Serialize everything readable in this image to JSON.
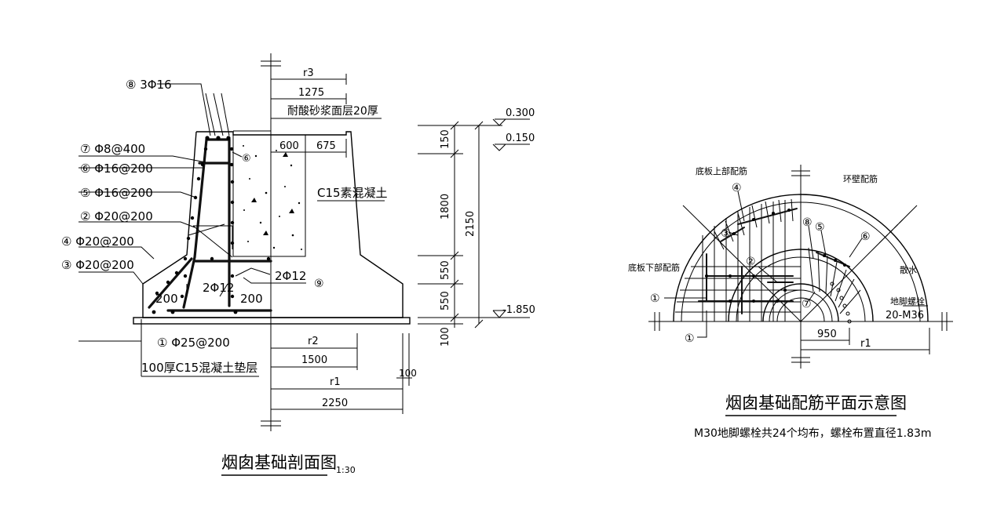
{
  "section": {
    "title": "烟囱基础剖面图",
    "scale": "1:30",
    "callouts": {
      "c8": "⑧ 3Φ16",
      "c7": "⑦ Φ8@400",
      "c6": "⑥ Φ16@200",
      "c5": "⑤ Φ16@200",
      "c2": "② Φ20@200",
      "c4": "④ Φ20@200",
      "c3": "③ Φ20@200",
      "c1": "① Φ25@200",
      "cushion": "100厚C15混凝土垫层"
    },
    "marks": {
      "mark6": "⑥",
      "mark9": "⑨",
      "two_phi12_inner": "2Φ12",
      "two_phi12_outer": "2Φ12",
      "d200_left": "200",
      "d200_right": "200",
      "lining": "耐酸砂浆面层20厚",
      "concrete": "C15素混凝土"
    },
    "dims_top": {
      "r3": "r3",
      "d1275": "1275",
      "d600": "600",
      "d675": "675"
    },
    "dims_bottom": {
      "r2": "r2",
      "d1500": "1500",
      "r1": "r1",
      "d2250": "2250",
      "d100": "100"
    },
    "dims_vertical": {
      "v150": "150",
      "v1800": "1800",
      "v550a": "550",
      "v550b": "550",
      "v100": "100",
      "v2150": "2150"
    },
    "elevations": {
      "e1": "0.300",
      "e2": "0.150",
      "e3": "-1.850"
    }
  },
  "plan": {
    "title": "烟囱基础配筋平面示意图",
    "note": "M30地脚螺栓共24个均布，螺栓布置直径1.83m",
    "labels": {
      "top_slab": "底板上部配筋",
      "ring_wall": "环壁配筋",
      "bottom_slab": "底板下部配筋",
      "apron": "散水",
      "anchor": "地脚螺栓",
      "anchor_spec": "20-M36",
      "d950": "950",
      "r1": "r1"
    },
    "marks": {
      "m4": "④",
      "m3": "③",
      "m2": "②",
      "m8": "⑧",
      "m5": "⑤",
      "m6": "⑥",
      "m7": "⑦",
      "m1a": "①",
      "m1b": "①"
    }
  }
}
